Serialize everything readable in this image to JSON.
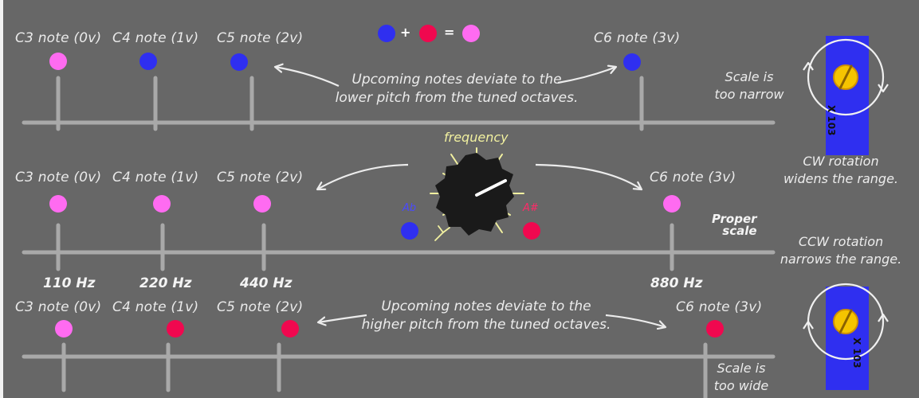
{
  "legend": {
    "plus": "+",
    "equals": "="
  },
  "colors": {
    "blue": "#2f2ff0",
    "red": "#f0084f",
    "pink": "#ff6bf1",
    "knob": "#1a1a1a",
    "ticks": "#f2f1a0",
    "lines": "#a9a9a9"
  },
  "row1": {
    "notes": [
      "C3 note (0v)",
      "C4 note (1v)",
      "C5 note (2v)",
      "C6 note (3v)"
    ],
    "message": [
      "Upcoming notes deviate to the",
      "lower pitch from the tuned octaves."
    ],
    "side": [
      "Scale is",
      "too narrow"
    ]
  },
  "row2": {
    "notes": [
      "C3 note (0v)",
      "C4 note (1v)",
      "C5 note (2v)",
      "C6 note (3v)"
    ],
    "hz": [
      "110 Hz",
      "220 Hz",
      "440 Hz",
      "880 Hz"
    ],
    "proper": [
      "Proper",
      "scale"
    ]
  },
  "row3": {
    "notes": [
      "C3 note (0v)",
      "C4 note (1v)",
      "C5 note (2v)",
      "C6 note (3v)"
    ],
    "message": [
      "Upcoming notes deviate to the",
      "higher pitch from the tuned octaves."
    ],
    "side": [
      "Scale is",
      "too wide"
    ]
  },
  "knob": {
    "label": "frequency",
    "flat": "Ab",
    "sharp": "A#"
  },
  "trimmer": {
    "label": "X 103"
  },
  "captions": {
    "cw": [
      "CW rotation",
      "widens the range."
    ],
    "ccw": [
      "CCW rotation",
      "narrows the range."
    ]
  }
}
